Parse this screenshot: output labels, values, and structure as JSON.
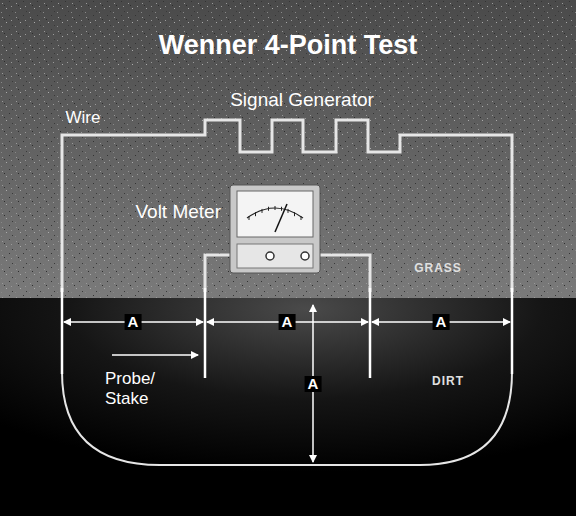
{
  "diagram": {
    "title": "Wenner 4-Point Test",
    "nodes": [
      {
        "text": [
          "Volt Meter"
        ]
      }
    ],
    "labels": [
      "Signal Generator",
      "Wire",
      "GRASS",
      "A",
      "A",
      "A",
      "A",
      "Probe/ Stake",
      "DIRT"
    ]
  }
}
